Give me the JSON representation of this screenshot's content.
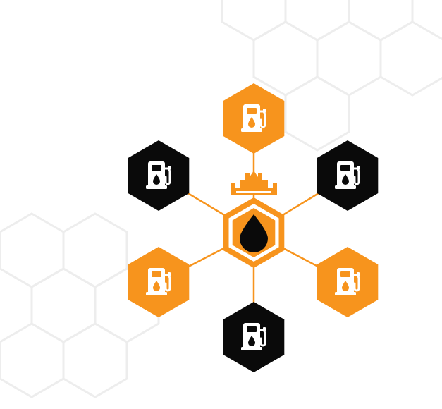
{
  "diagram": {
    "hub": {
      "icon": "oil-drop-icon",
      "badge": "castle-crown-icon",
      "color": "#F7941D"
    },
    "nodes": [
      {
        "id": "top",
        "icon": "fuel-pump-icon",
        "fill": "#F7941D"
      },
      {
        "id": "upper-right",
        "icon": "fuel-pump-icon",
        "fill": "#0A0A0A"
      },
      {
        "id": "lower-right",
        "icon": "fuel-pump-icon",
        "fill": "#F7941D"
      },
      {
        "id": "bottom",
        "icon": "fuel-pump-icon",
        "fill": "#0A0A0A"
      },
      {
        "id": "lower-left",
        "icon": "fuel-pump-icon",
        "fill": "#F7941D"
      },
      {
        "id": "upper-left",
        "icon": "fuel-pump-icon",
        "fill": "#0A0A0A"
      }
    ],
    "background_pattern": "honeycomb-grid",
    "colors": {
      "accent": "#F7941D",
      "dark": "#0A0A0A",
      "grid_line": "#EDEDED",
      "background": "#FFFFFF"
    }
  }
}
